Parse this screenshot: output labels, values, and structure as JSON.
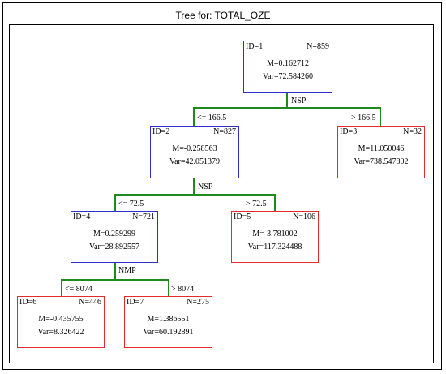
{
  "title": "Tree for: TOTAL_OZE",
  "nodes": {
    "n1": {
      "id": "ID=1",
      "n": "N=859",
      "m": "M=0.162712",
      "var": "Var=72.584260"
    },
    "n2": {
      "id": "ID=2",
      "n": "N=827",
      "m": "M=-0.258563",
      "var": "Var=42.051379"
    },
    "n3": {
      "id": "ID=3",
      "n": "N=32",
      "m": "M=11.050046",
      "var": "Var=738.547802"
    },
    "n4": {
      "id": "ID=4",
      "n": "N=721",
      "m": "M=0.259299",
      "var": "Var=28.892557"
    },
    "n5": {
      "id": "ID=5",
      "n": "N=106",
      "m": "M=-3.781002",
      "var": "Var=117.324488"
    },
    "n6": {
      "id": "ID=6",
      "n": "N=446",
      "m": "M=-0.435755",
      "var": "Var=8.326422"
    },
    "n7": {
      "id": "ID=7",
      "n": "N=275",
      "m": "M=1.386551",
      "var": "Var=60.192891"
    }
  },
  "splits": {
    "s1": {
      "var": "NSP",
      "left": "<= 166.5",
      "right": "> 166.5"
    },
    "s2": {
      "var": "NSP",
      "left": "<= 72.5",
      "right": "> 72.5"
    },
    "s4": {
      "var": "NMP",
      "left": "<= 8074",
      "right": "> 8074"
    }
  },
  "colors": {
    "split_node": "#2f2fcf",
    "leaf_node": "#e22b2b",
    "branch": "#1e8a1e"
  }
}
